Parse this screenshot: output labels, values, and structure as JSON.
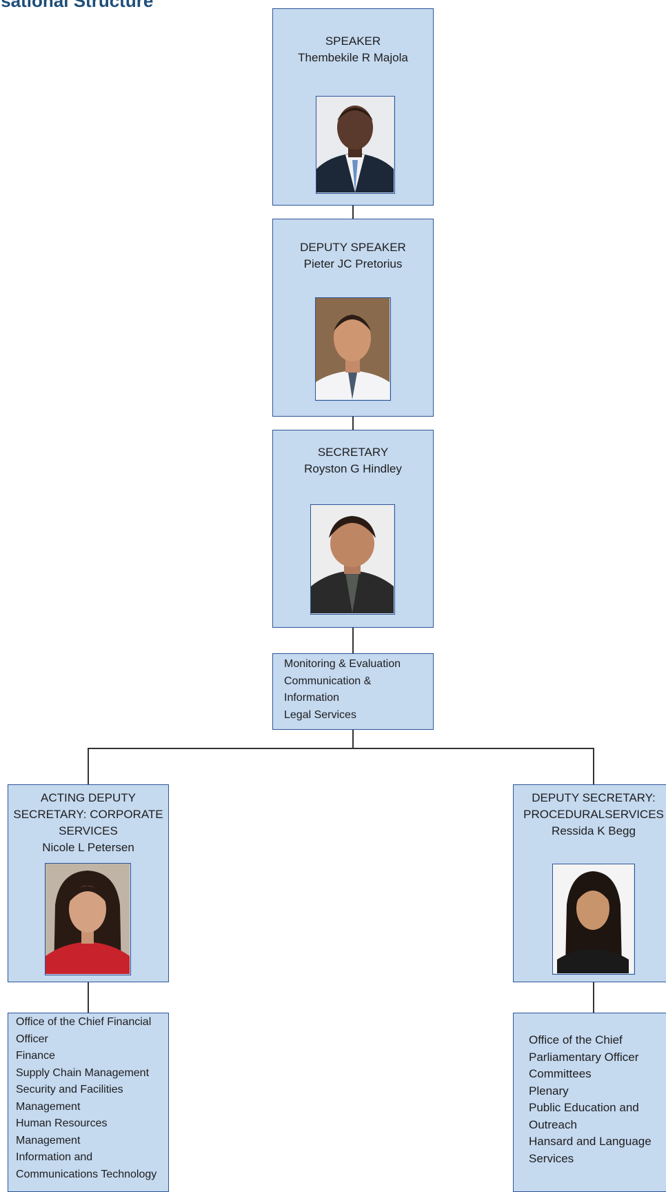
{
  "page_title": "isational Structure",
  "speaker": {
    "role": "SPEAKER",
    "name": "Thembekile R Majola"
  },
  "deputy_speaker": {
    "role": "DEPUTY SPEAKER",
    "name": "Pieter JC Pretorius"
  },
  "secretary": {
    "role": "SECRETARY",
    "name": "Royston G Hindley"
  },
  "secretary_units": [
    "Monitoring & Evaluation",
    "Communication &",
    "Information",
    "Legal Services"
  ],
  "corporate": {
    "role_lines": [
      "ACTING DEPUTY",
      "SECRETARY: CORPORATE",
      "SERVICES"
    ],
    "name": "Nicole L Petersen",
    "units": [
      "Office of the Chief Financial",
      "Officer",
      "Finance",
      "Supply Chain Management",
      "Security and Facilities",
      "Management",
      "Human Resources",
      "Management",
      "Information and",
      "Communications Technology"
    ]
  },
  "procedural": {
    "role_lines": [
      "DEPUTY SECRETARY:",
      "PROCEDURALSERVICES"
    ],
    "name": "Ressida K Begg",
    "units": [
      "Office of the Chief",
      "Parliamentary Officer",
      "Committees",
      "Plenary",
      "Public Education and",
      "Outreach",
      "Hansard and Language",
      "Services"
    ]
  },
  "colors": {
    "box_fill": "#c5d9ef",
    "box_border": "#2e5597",
    "title": "#1f4e79",
    "connector": "#333333"
  }
}
